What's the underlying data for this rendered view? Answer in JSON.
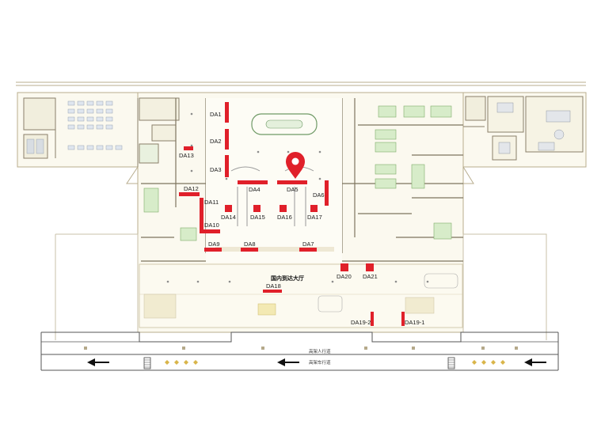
{
  "map": {
    "hall_label": "国内到达大厅",
    "road_labels": {
      "pedestrian": "高架人行道",
      "vehicle": "高架车行道"
    },
    "stands": [
      "DA1",
      "DA2",
      "DA3",
      "DA4",
      "DA5",
      "DA6",
      "DA7",
      "DA8",
      "DA9",
      "DA10",
      "DA11",
      "DA12",
      "DA13",
      "DA14",
      "DA15",
      "DA16",
      "DA17",
      "DA18",
      "DA19-1",
      "DA19-2",
      "DA20",
      "DA21"
    ],
    "selected_stand": "DA5",
    "colors": {
      "stand": "#e0202a",
      "pin": "#e0202a",
      "wall": "#8a7f6a",
      "room_fill": "#f6f3e4",
      "hall_fill": "#fbf9ef",
      "equipment": "#b9d9a6",
      "arrow": "#111111"
    },
    "icons": [
      "location-pin-icon",
      "direction-arrow-icon"
    ]
  }
}
